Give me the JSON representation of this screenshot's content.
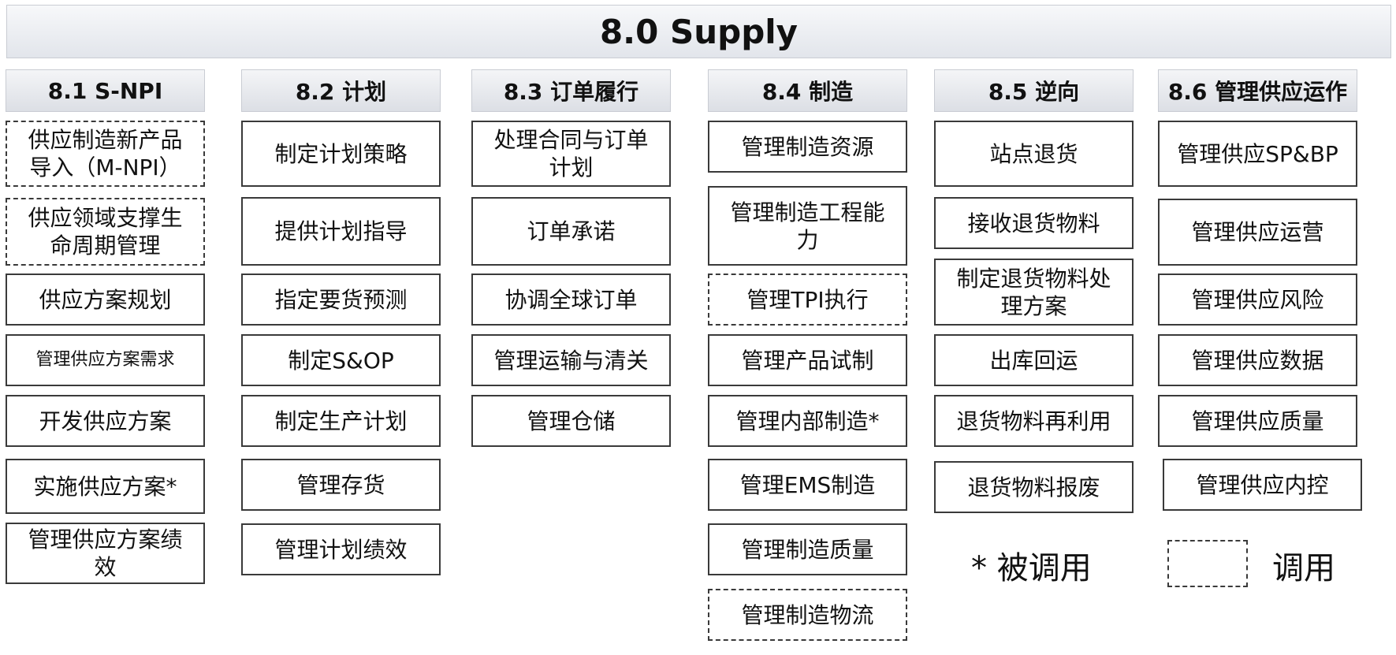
{
  "title": "8.0 Supply",
  "columns": [
    {
      "header": "8.1 S-NPI",
      "items": [
        {
          "text": "供应制造新产品导入（M-NPI）",
          "style": "dashed"
        },
        {
          "text": "供应领域支撑生命周期管理",
          "style": "dashed"
        },
        {
          "text": "供应方案规划",
          "style": "solid"
        },
        {
          "text": "管理供应方案需求",
          "style": "solid"
        },
        {
          "text": "开发供应方案",
          "style": "solid"
        },
        {
          "text": "实施供应方案*",
          "style": "solid"
        },
        {
          "text": "管理供应方案绩效",
          "style": "solid"
        }
      ]
    },
    {
      "header": "8.2 计划",
      "items": [
        {
          "text": "制定计划策略",
          "style": "solid"
        },
        {
          "text": "提供计划指导",
          "style": "solid"
        },
        {
          "text": "指定要货预测",
          "style": "solid"
        },
        {
          "text": "制定S&OP",
          "style": "solid"
        },
        {
          "text": "制定生产计划",
          "style": "solid"
        },
        {
          "text": "管理存货",
          "style": "solid"
        },
        {
          "text": "管理计划绩效",
          "style": "solid"
        }
      ]
    },
    {
      "header": "8.3 订单履行",
      "items": [
        {
          "text": "处理合同与订单计划",
          "style": "solid"
        },
        {
          "text": "订单承诺",
          "style": "solid"
        },
        {
          "text": "协调全球订单",
          "style": "solid"
        },
        {
          "text": "管理运输与清关",
          "style": "solid"
        },
        {
          "text": "管理仓储",
          "style": "solid"
        }
      ]
    },
    {
      "header": "8.4 制造",
      "items": [
        {
          "text": "管理制造资源",
          "style": "solid"
        },
        {
          "text": "管理制造工程能力",
          "style": "solid"
        },
        {
          "text": "管理TPI执行",
          "style": "dashed"
        },
        {
          "text": "管理产品试制",
          "style": "solid"
        },
        {
          "text": "管理内部制造*",
          "style": "solid"
        },
        {
          "text": "管理EMS制造",
          "style": "solid"
        },
        {
          "text": "管理制造质量",
          "style": "solid"
        },
        {
          "text": "管理制造物流",
          "style": "dashed"
        }
      ]
    },
    {
      "header": "8.5 逆向",
      "items": [
        {
          "text": "站点退货",
          "style": "solid"
        },
        {
          "text": "接收退货物料",
          "style": "solid"
        },
        {
          "text": "制定退货物料处理方案",
          "style": "solid"
        },
        {
          "text": "出库回运",
          "style": "solid"
        },
        {
          "text": "退货物料再利用",
          "style": "solid"
        },
        {
          "text": "退货物料报废",
          "style": "solid"
        }
      ]
    },
    {
      "header": "8.6 管理供应运作",
      "items": [
        {
          "text": "管理供应SP&BP",
          "style": "solid"
        },
        {
          "text": "管理供应运营",
          "style": "solid"
        },
        {
          "text": "管理供应风险",
          "style": "solid"
        },
        {
          "text": "管理供应数据",
          "style": "solid"
        },
        {
          "text": "管理供应质量",
          "style": "solid"
        },
        {
          "text": "管理供应内控",
          "style": "solid"
        }
      ]
    }
  ],
  "legend": {
    "star_label": "* 被调用",
    "dashed_label": "调用"
  }
}
